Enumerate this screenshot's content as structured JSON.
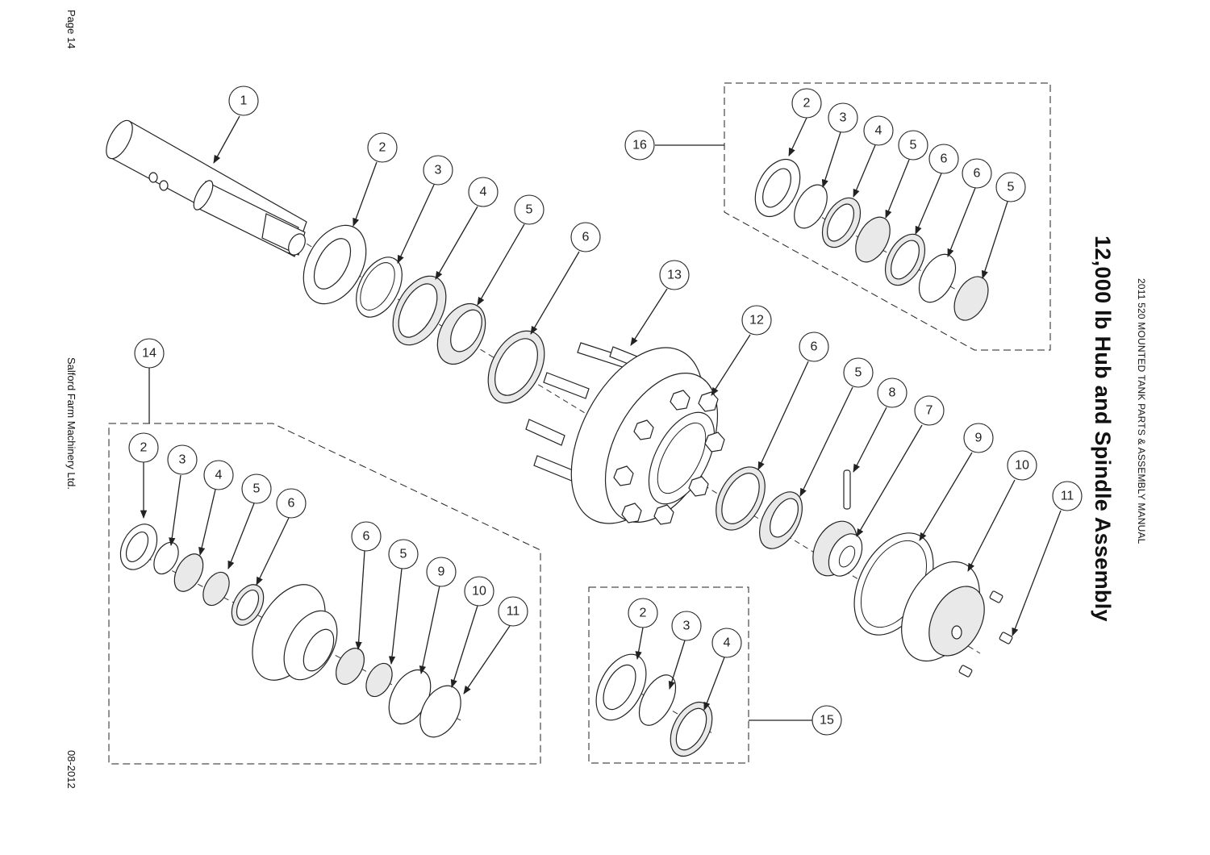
{
  "page": {
    "number_label": "Page 14",
    "company": "Salford Farm Machinery Ltd.",
    "date": "08-2012",
    "manual_title": "2011 520 MOUNTED TANK PARTS & ASSEMBLY MANUAL",
    "title": "12,000 lb Hub and Spindle Assembly"
  },
  "balloons": {
    "main": [
      "1",
      "2",
      "3",
      "4",
      "5",
      "6",
      "13",
      "12",
      "6",
      "5",
      "8",
      "7",
      "9",
      "10",
      "11"
    ],
    "kit16": [
      "16",
      "2",
      "3",
      "4",
      "5",
      "6",
      "6",
      "5"
    ],
    "kit14": [
      "14",
      "2",
      "3",
      "4",
      "5",
      "6",
      "6",
      "5",
      "9",
      "10",
      "11"
    ],
    "kit15": [
      "2",
      "3",
      "4",
      "15"
    ]
  }
}
